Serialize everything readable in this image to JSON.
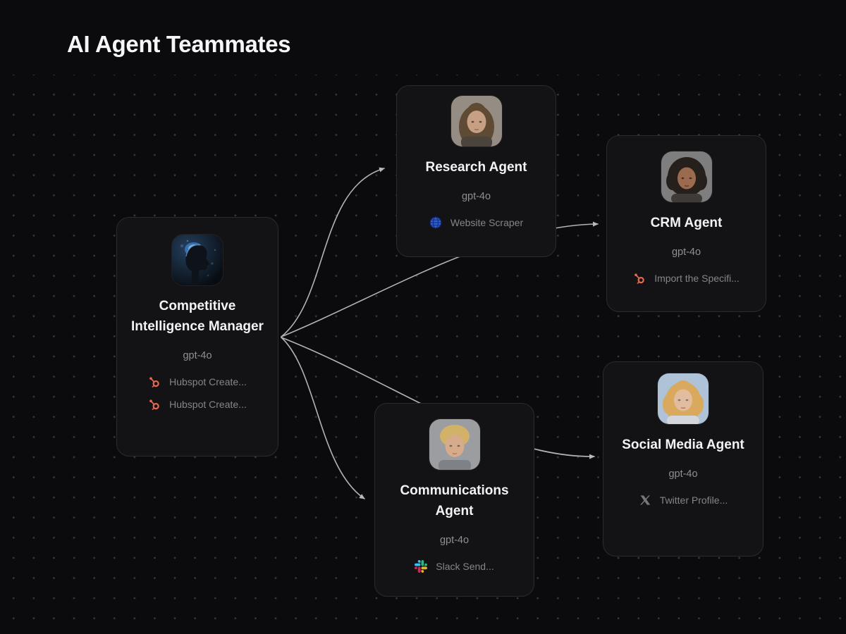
{
  "page": {
    "title": "AI Agent Teammates"
  },
  "colors": {
    "background": "#0b0b0d",
    "card_background": "#131315",
    "card_border": "#2b2b2f",
    "edge": "#b3b3b6",
    "dot_grid": "#3a3a3e",
    "node_title_text": "#f2f3f5",
    "model_text": "#8e8e93",
    "tool_text": "#85858a",
    "hubspot_orange": "#e8694b",
    "globe_blue": "#2e5ecf",
    "globe_line": "#14297a",
    "slack_blue": "#36C5F0",
    "slack_green": "#2EB67D",
    "slack_yellow": "#ECB22E",
    "slack_red": "#E01E5A",
    "x_gray": "#77777b"
  },
  "nodes": [
    {
      "id": "manager",
      "title": "Competitive Intelligence Manager",
      "model": "gpt-4o",
      "avatar": {
        "kind": "ai-robot-head",
        "bg1": "#24405e",
        "bg2": "#090d13",
        "glow": "#3b76b4",
        "glow2": "#7ab2e2",
        "head": "#0e1219"
      },
      "tools": [
        {
          "icon": "hubspot-icon",
          "label": "Hubspot Create..."
        },
        {
          "icon": "hubspot-icon",
          "label": "Hubspot Create..."
        }
      ]
    },
    {
      "id": "research",
      "title": "Research Agent",
      "model": "gpt-4o",
      "avatar": {
        "kind": "portrait",
        "bg": "#958d83",
        "hair": "#5f4b33",
        "skin": "#c7a084",
        "shirt": "#4a443c"
      },
      "tools": [
        {
          "icon": "globe-icon",
          "label": "Website Scraper"
        }
      ]
    },
    {
      "id": "crm",
      "title": "CRM Agent",
      "model": "gpt-4o",
      "avatar": {
        "kind": "portrait",
        "bg": "#7e7e7e",
        "hair": "#26201d",
        "skin": "#9c6b4d",
        "shirt": "#3f3b38"
      },
      "tools": [
        {
          "icon": "hubspot-icon",
          "label": "Import the Specifi..."
        }
      ]
    },
    {
      "id": "communications",
      "title": "Communications Agent",
      "model": "gpt-4o",
      "avatar": {
        "kind": "portrait",
        "bg": "#9c9da0",
        "hair": "#d2b169",
        "skin": "#d6ab8b",
        "shirt": "#7e8287"
      },
      "tools": [
        {
          "icon": "slack-icon",
          "label": "Slack Send..."
        }
      ]
    },
    {
      "id": "social",
      "title": "Social Media Agent",
      "model": "gpt-4o",
      "avatar": {
        "kind": "portrait",
        "bg": "#aec2d8",
        "hair": "#d9a95e",
        "skin": "#e3bb9d",
        "shirt": "#d3d6da"
      },
      "tools": [
        {
          "icon": "x-icon",
          "label": "Twitter Profile..."
        }
      ]
    }
  ],
  "edges": [
    {
      "from": "Competitive Intelligence Manager",
      "to": "Research Agent"
    },
    {
      "from": "Competitive Intelligence Manager",
      "to": "CRM Agent"
    },
    {
      "from": "Competitive Intelligence Manager",
      "to": "Communications Agent"
    },
    {
      "from": "Competitive Intelligence Manager",
      "to": "Social Media Agent"
    }
  ]
}
